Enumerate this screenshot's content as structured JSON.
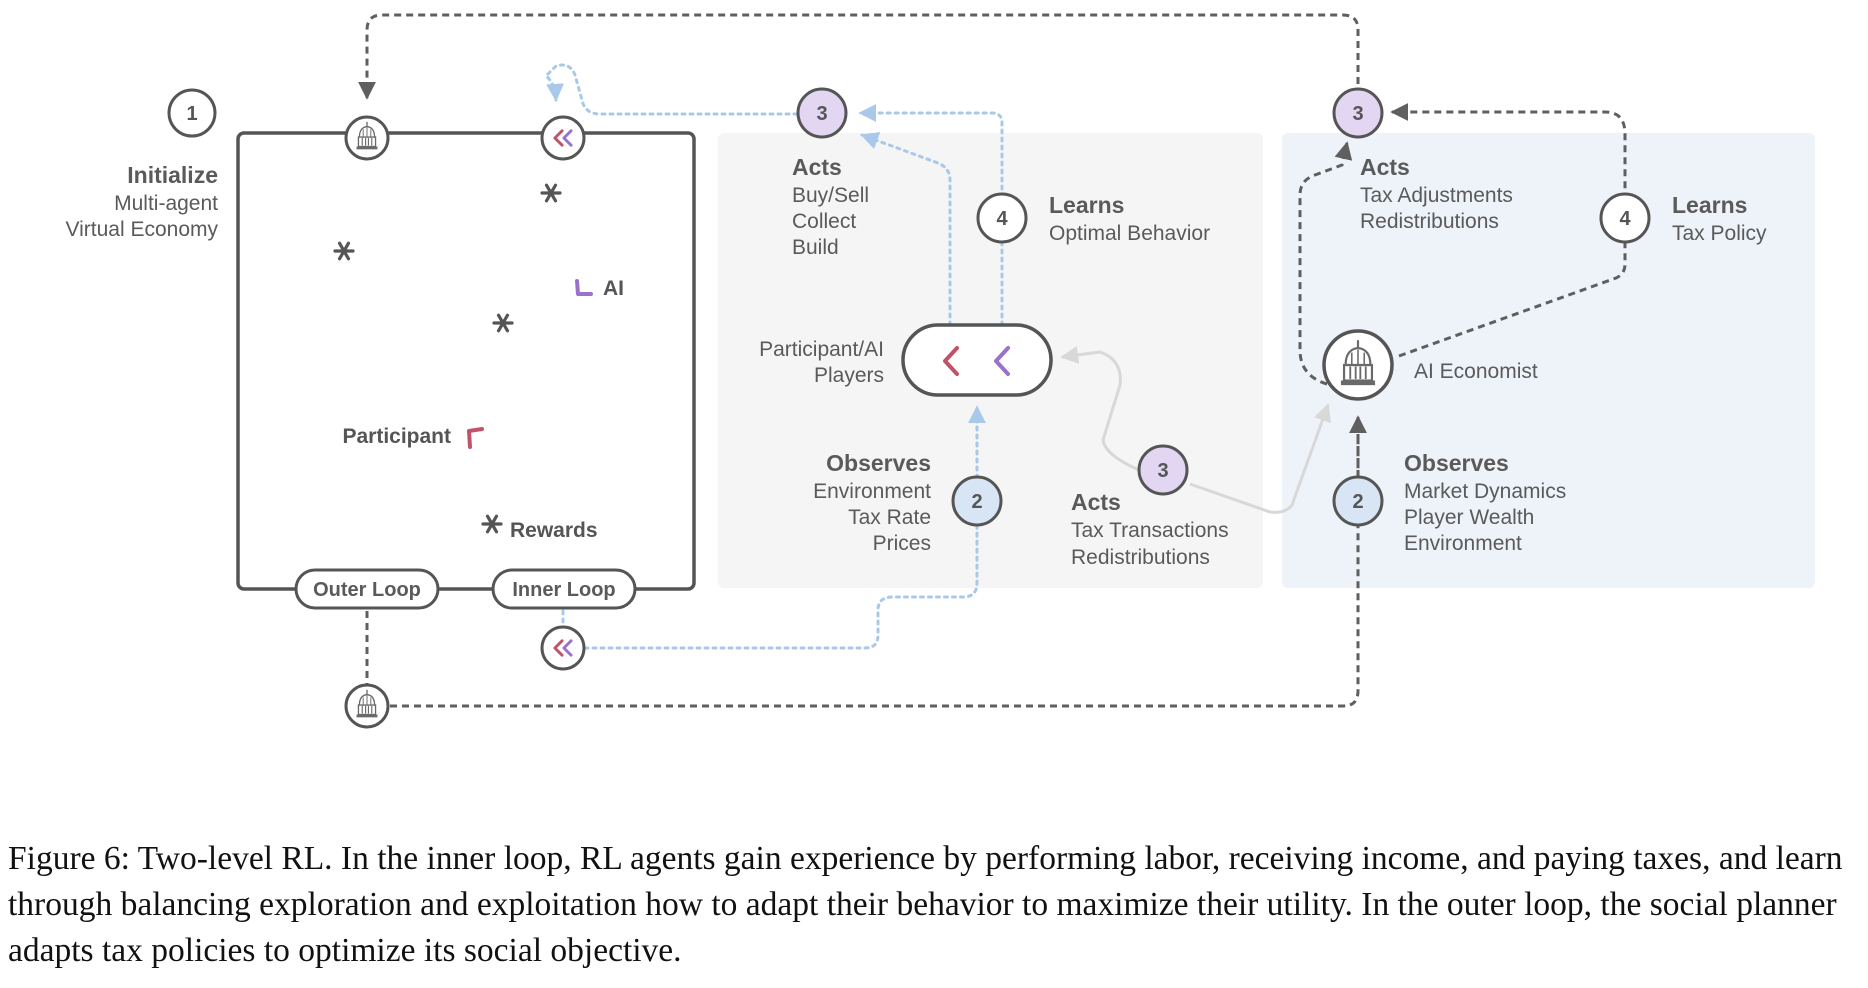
{
  "colors": {
    "dark": "#555555",
    "text": "#5a5a5a",
    "dashed_dark": "#5f5f5f",
    "dotted_blue": "#a9c8ea",
    "participant": "#c0536a",
    "ai": "#9a72cc",
    "panel_left": "#f5f5f5",
    "panel_right": "#eef3f9",
    "circle_purple": "#e2d6f3",
    "circle_blue": "#d7e5f4",
    "circle_white": "#ffffff"
  },
  "left_box": {
    "step": "1",
    "title": "Initialize",
    "subtitle_lines": [
      "Multi-agent",
      "Virtual Economy"
    ],
    "ai_label": "AI",
    "participant_label": "Participant",
    "rewards_label": "Rewards",
    "outer_loop_label": "Outer Loop",
    "inner_loop_label": "Inner Loop"
  },
  "middle_panel": {
    "acts": {
      "step": "3",
      "title": "Acts",
      "lines": [
        "Buy/Sell",
        "Collect",
        "Build"
      ]
    },
    "learns": {
      "step": "4",
      "title": "Learns",
      "lines": [
        "Optimal Behavior"
      ]
    },
    "players_label_lines": [
      "Participant/AI",
      "Players"
    ],
    "observes": {
      "step": "2",
      "title": "Observes",
      "lines": [
        "Environment",
        "Tax Rate",
        "Prices"
      ]
    }
  },
  "center": {
    "acts": {
      "step": "3",
      "title": "Acts",
      "lines": [
        "Tax Transactions",
        "Redistributions"
      ]
    }
  },
  "right_panel": {
    "acts": {
      "step": "3",
      "title": "Acts",
      "lines": [
        "Tax Adjustments",
        "Redistributions"
      ]
    },
    "learns": {
      "step": "4",
      "title": "Learns",
      "lines": [
        "Tax Policy"
      ]
    },
    "economist_label": "AI Economist",
    "observes": {
      "step": "2",
      "title": "Observes",
      "lines": [
        "Market Dynamics",
        "Player Wealth",
        "Environment"
      ]
    }
  },
  "icons": {
    "capitol": "capitol-dome-icon",
    "agents": "double-chevron-icon",
    "asterisk": "asterisk-icon"
  },
  "caption": "Figure 6: Two-level RL. In the inner loop, RL agents gain experience by performing labor, receiving income, and paying taxes, and learn through balancing exploration and exploitation how to adapt their behavior to maximize their utility. In the outer loop, the social planner adapts tax policies to optimize its social objective."
}
